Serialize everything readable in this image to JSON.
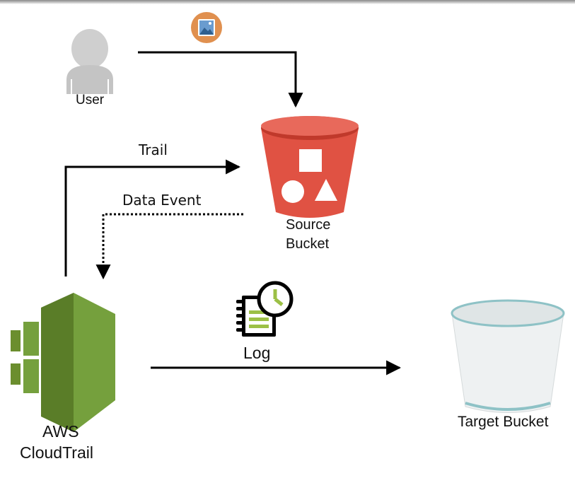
{
  "labels": {
    "user": "User",
    "trail": "Trail",
    "data_event": "Data Event",
    "source_bucket_line1": "Source",
    "source_bucket_line2": "Bucket",
    "log": "Log",
    "cloudtrail_line1": "AWS",
    "cloudtrail_line2": "CloudTrail",
    "target_bucket": "Target Bucket"
  },
  "icons": {
    "user": "user-icon",
    "image_upload": "image-icon",
    "source_bucket": "s3-bucket-icon",
    "cloudtrail": "aws-cloudtrail-icon",
    "log": "log-notepad-clock-icon",
    "target_bucket": "empty-bucket-icon"
  },
  "colors": {
    "source_bucket": "#e05243",
    "cloudtrail": "#75a03d",
    "image_badge": "#e0904f",
    "target_bucket_rim": "#8ec2c6",
    "log_accent": "#9cc046",
    "user": "#c8c8c8"
  }
}
